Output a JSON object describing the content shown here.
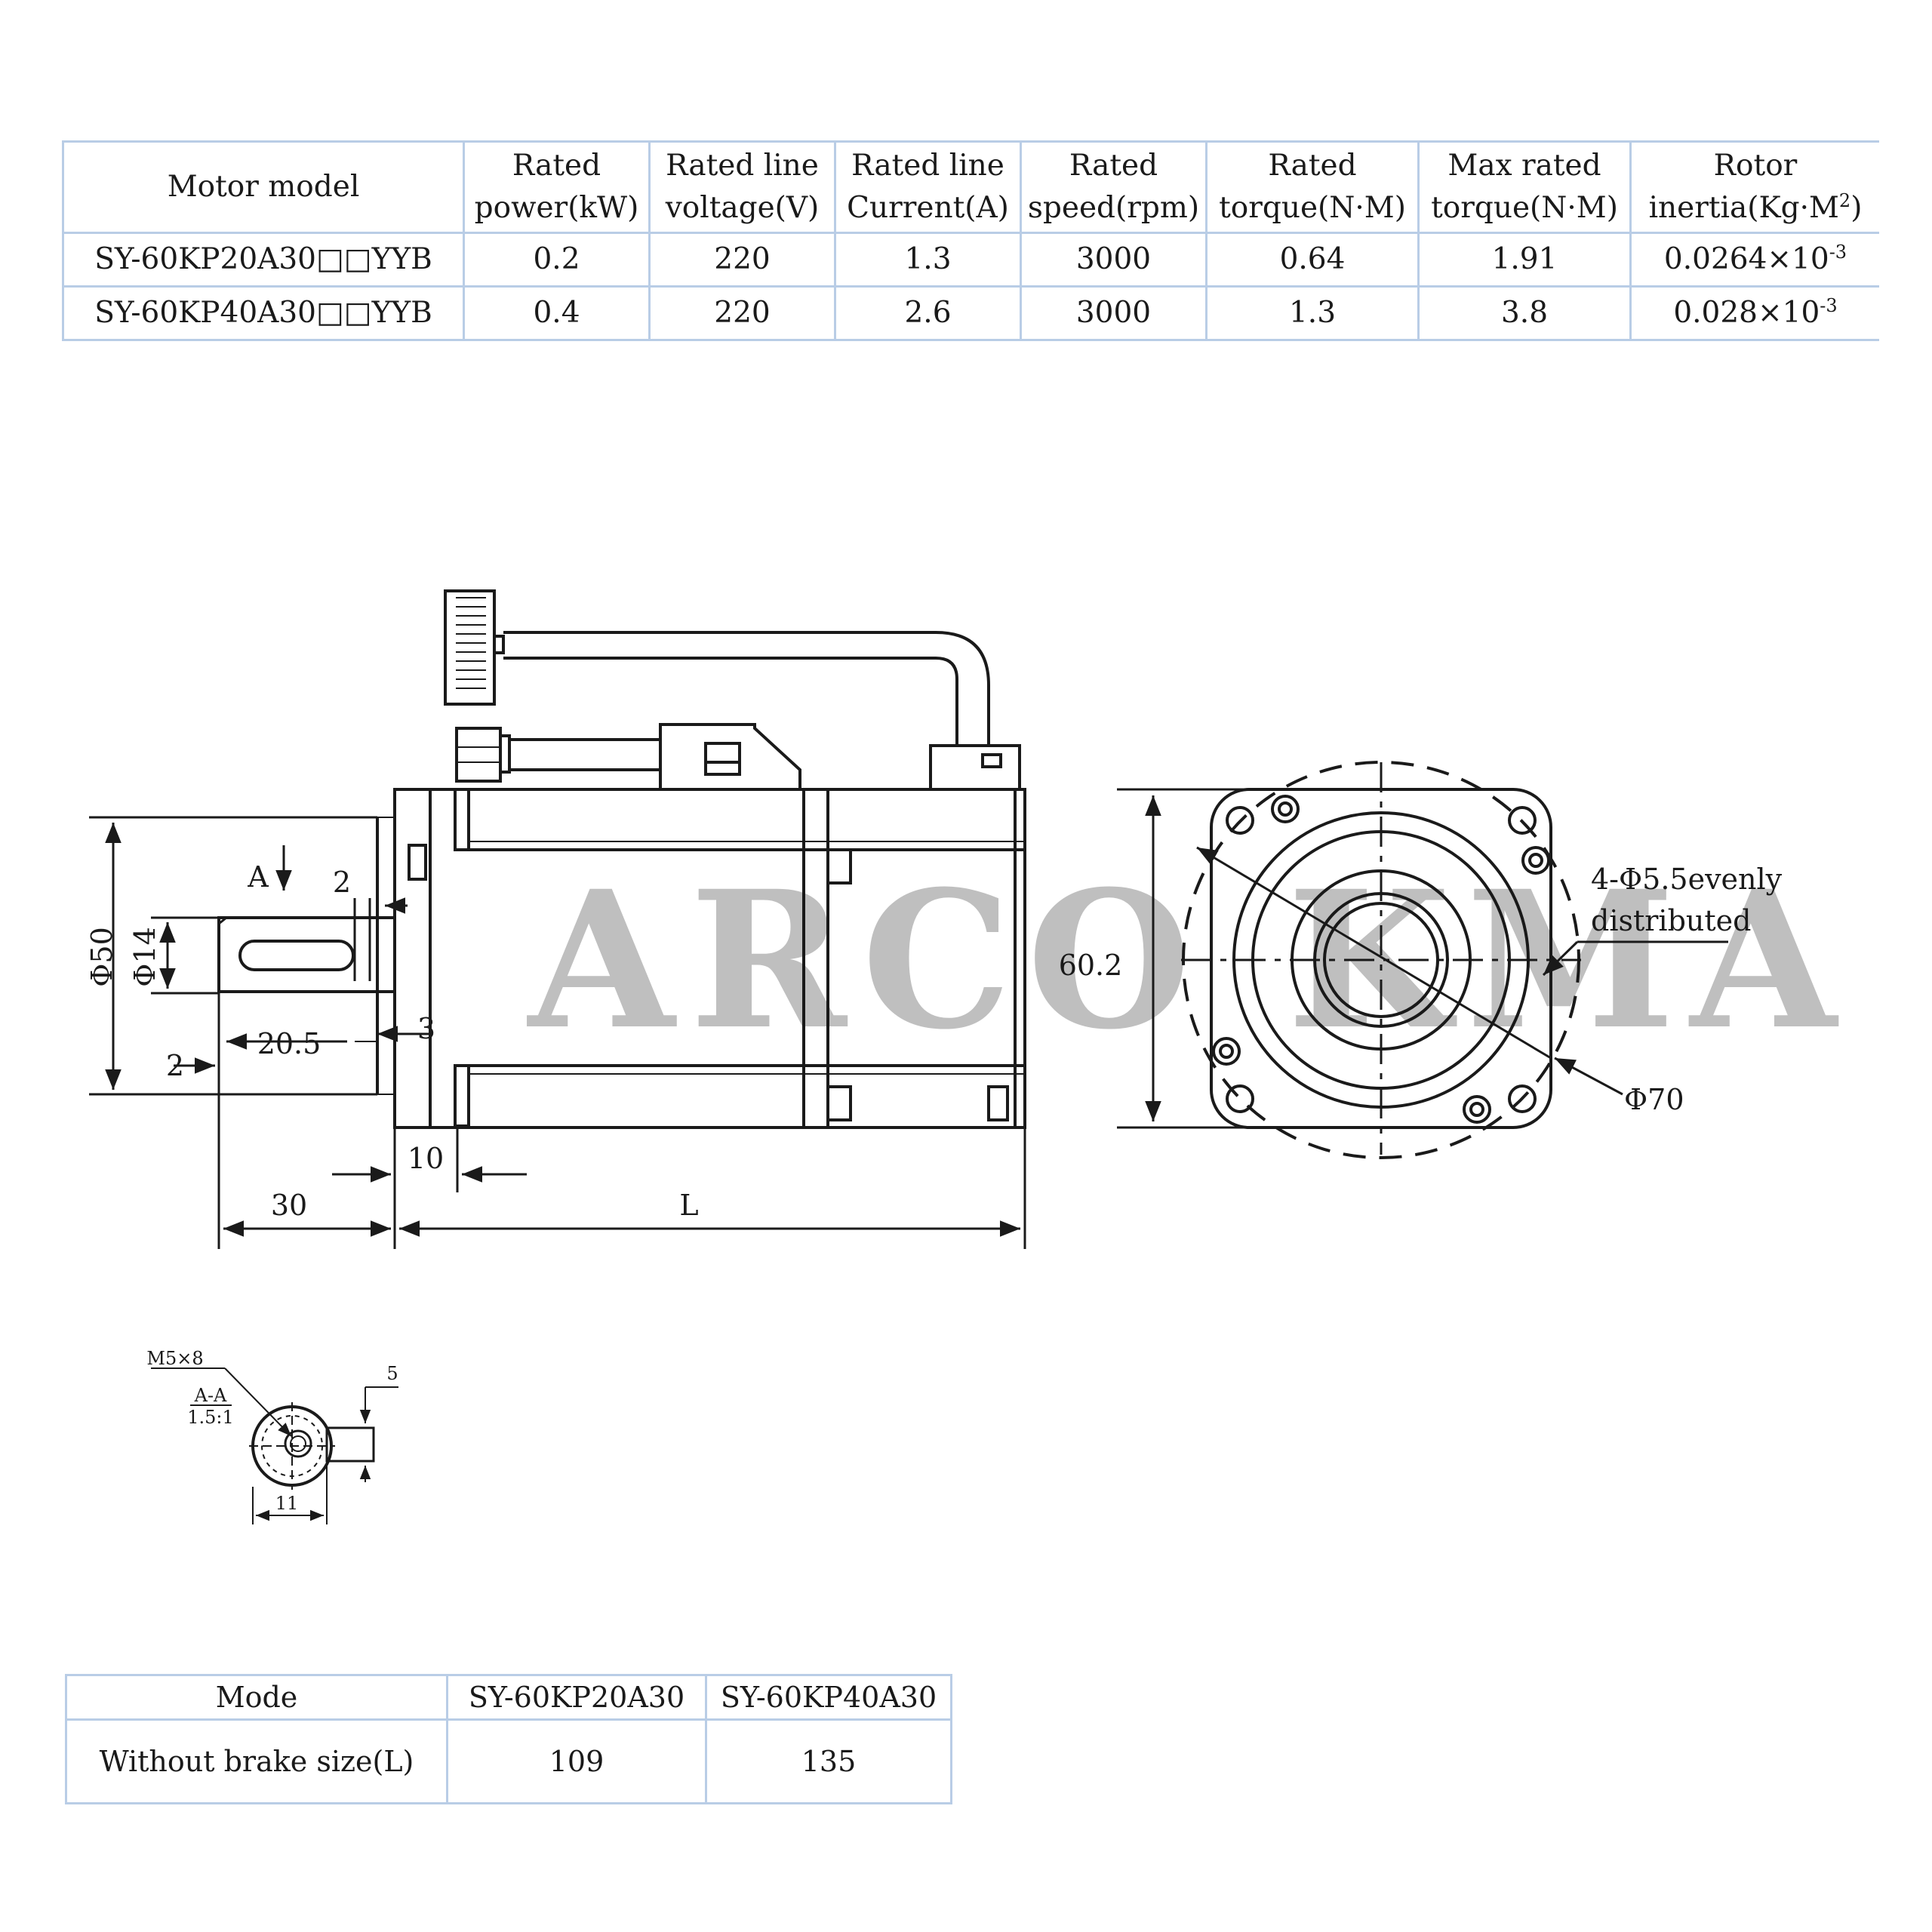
{
  "spec_table": {
    "headers": [
      [
        "Motor model"
      ],
      [
        "Rated",
        "power(kW)"
      ],
      [
        "Rated line",
        "voltage(V)"
      ],
      [
        "Rated line",
        "Current(A)"
      ],
      [
        "Rated",
        "speed(rpm)"
      ],
      [
        "Rated",
        "torque(N·M)"
      ],
      [
        "Max rated",
        "torque(N·M)"
      ],
      [
        "Rotor inertia(Kg·M",
        "2",
        ")"
      ]
    ],
    "rows": [
      {
        "model": "SY-60KP20A30□□YYB",
        "power": "0.2",
        "voltage": "220",
        "current": "1.3",
        "speed": "3000",
        "torque": "0.64",
        "max_torque": "1.91",
        "inertia": "0.0264×10",
        "inertia_exp": "-3"
      },
      {
        "model": "SY-60KP40A30□□YYB",
        "power": "0.4",
        "voltage": "220",
        "current": "2.6",
        "speed": "3000",
        "torque": "1.3",
        "max_torque": "3.8",
        "inertia": "0.028×10",
        "inertia_exp": "-3"
      }
    ]
  },
  "drawing": {
    "dim_phi50": "Φ50",
    "dim_phi14": "Φ14",
    "label_a": "A",
    "dim_2_top": "2",
    "dim_2_left": "2",
    "dim_20_5": "20.5",
    "dim_3": "3",
    "dim_10": "10",
    "dim_30": "30",
    "dim_l": "L",
    "dim_60_2": "60.2",
    "holes_line1": "4-Φ5.5evenly",
    "holes_line2": "distributed",
    "dim_phi70": "Φ70",
    "section_thread": "M5×8",
    "section_name": "A-A",
    "section_scale": "1.5:1",
    "section_5": "5",
    "section_11": "11"
  },
  "watermark": "ARCO KMA",
  "size_table": {
    "headers": [
      "Mode",
      "SY-60KP20A30",
      "SY-60KP40A30"
    ],
    "rows": [
      [
        "Without brake size(L)",
        "109",
        "135"
      ]
    ]
  }
}
